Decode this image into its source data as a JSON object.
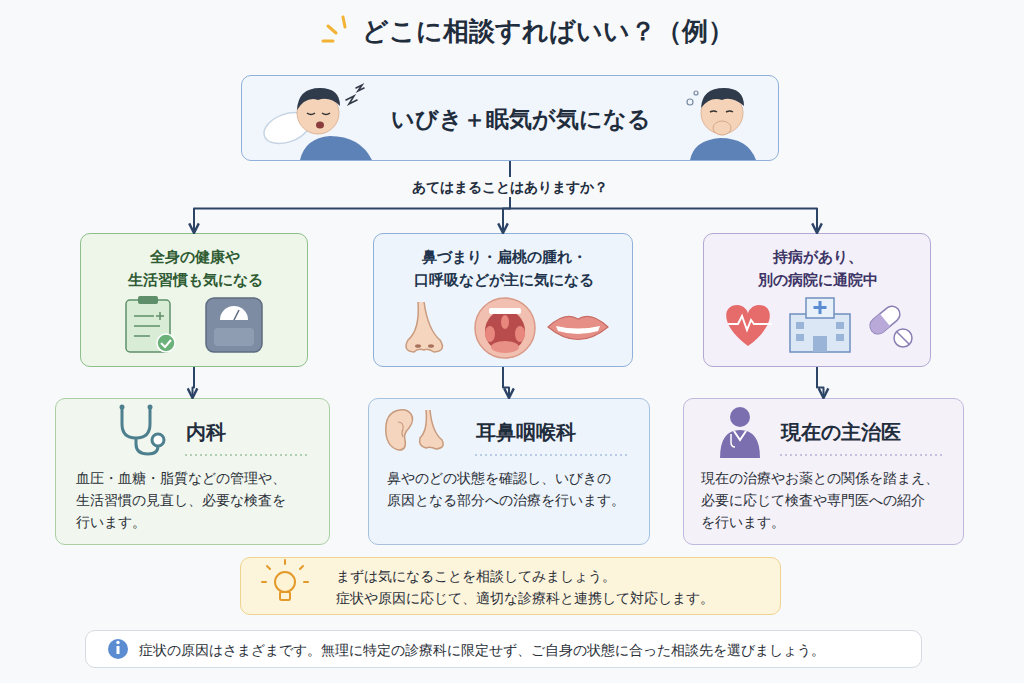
{
  "diagram": {
    "title": "どこに相談すればいい？（例）",
    "nodes": [
      {
        "text": [
          "いびき＋眠気が気になる"
        ]
      },
      {
        "text": [
          "全身の健康や 生活習慣も気になる"
        ]
      },
      {
        "text": [
          "鼻づまり・扁桃の腫れ・ 口呼吸などが主に気になる"
        ]
      },
      {
        "text": [
          "持病があり、 別の病院に通院中"
        ]
      },
      {
        "text": [
          "内科",
          "血圧・血糖・脂質などの管理や、 生活習慣の見直し、必要な検査を 行います。"
        ]
      },
      {
        "text": [
          "耳鼻咽喉科",
          "鼻やのどの状態を確認し、いびきの 原因となる部分への治療を行います。"
        ]
      },
      {
        "text": [
          "現在の主治医",
          "現在の治療やお薬との関係を踏まえ、 必要に応じて検査や専門医への紹介 を行います。"
        ]
      },
      {
        "text": [
          "まずは気になることを相談してみましょう。 症状や原因に応じて、適切な診療科と連携して対応します。"
        ]
      },
      {
        "text": [
          "症状の原因はさまざまです。無理に特定の診療科に限定せず、ご自身の状態に合った相談先を選びましょう。"
        ]
      }
    ],
    "edges": [
      {
        "from": 0,
        "to": 1,
        "arrow": "to"
      },
      {
        "from": 0,
        "to": 2,
        "arrow": "to"
      },
      {
        "from": 0,
        "to": 3,
        "arrow": "to"
      },
      {
        "from": 1,
        "to": 4,
        "arrow": "to"
      },
      {
        "from": 2,
        "to": 5,
        "arrow": "to"
      },
      {
        "from": 3,
        "to": 6,
        "arrow": "to"
      }
    ],
    "labels": [
      "あてはまることはありますか？"
    ]
  }
}
